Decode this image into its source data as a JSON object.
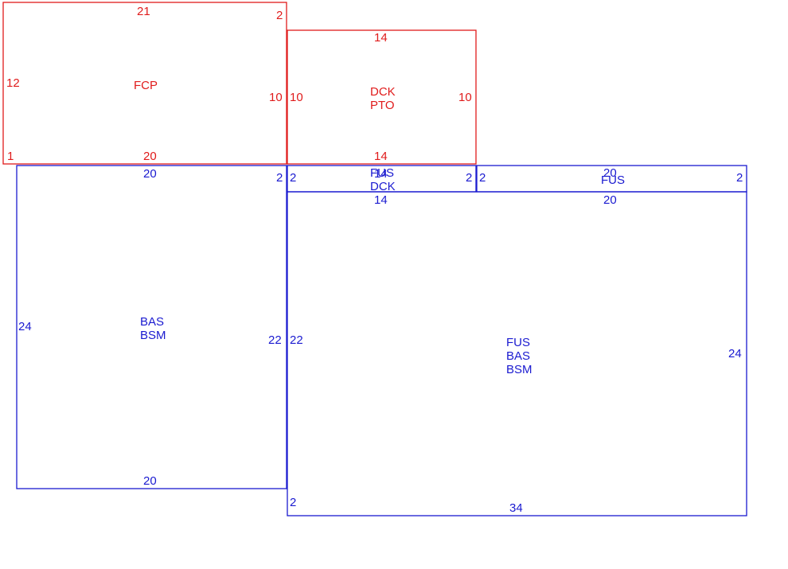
{
  "colors": {
    "red": "#e01b1b",
    "blue": "#1a1ad0"
  },
  "rooms": [
    {
      "id": "fcp",
      "color": "red",
      "name_lines": [
        "FCP"
      ],
      "dims": {
        "top": "21",
        "bottom": "20",
        "left": "12",
        "right": "10",
        "corner_top_right": "2",
        "corner_bottom_left": "1"
      }
    },
    {
      "id": "dck-pto",
      "color": "red",
      "name_lines": [
        "DCK",
        "PTO"
      ],
      "dims": {
        "top": "14",
        "bottom": "14",
        "left": "10",
        "right": "10"
      }
    },
    {
      "id": "bas-bsm",
      "color": "blue",
      "name_lines": [
        "BAS",
        "BSM"
      ],
      "dims": {
        "top": "20",
        "bottom": "20",
        "left": "24",
        "right": "22",
        "corner_top_right": "2"
      }
    },
    {
      "id": "fus-dck-strip",
      "color": "blue",
      "name_lines": [
        "FUS",
        "DCK"
      ],
      "dims": {
        "top": "14",
        "bottom": "14",
        "left": "2",
        "right": "2"
      }
    },
    {
      "id": "fus-strip",
      "color": "blue",
      "name_lines": [
        "FUS"
      ],
      "dims": {
        "top": "20",
        "bottom": "20",
        "left": "2",
        "right": "2"
      }
    },
    {
      "id": "fus-bas-bsm",
      "color": "blue",
      "name_lines": [
        "FUS",
        "BAS",
        "BSM"
      ],
      "dims": {
        "top": "",
        "bottom": "34",
        "left": "22",
        "right": "24",
        "corner_bottom_left": "2"
      }
    }
  ]
}
